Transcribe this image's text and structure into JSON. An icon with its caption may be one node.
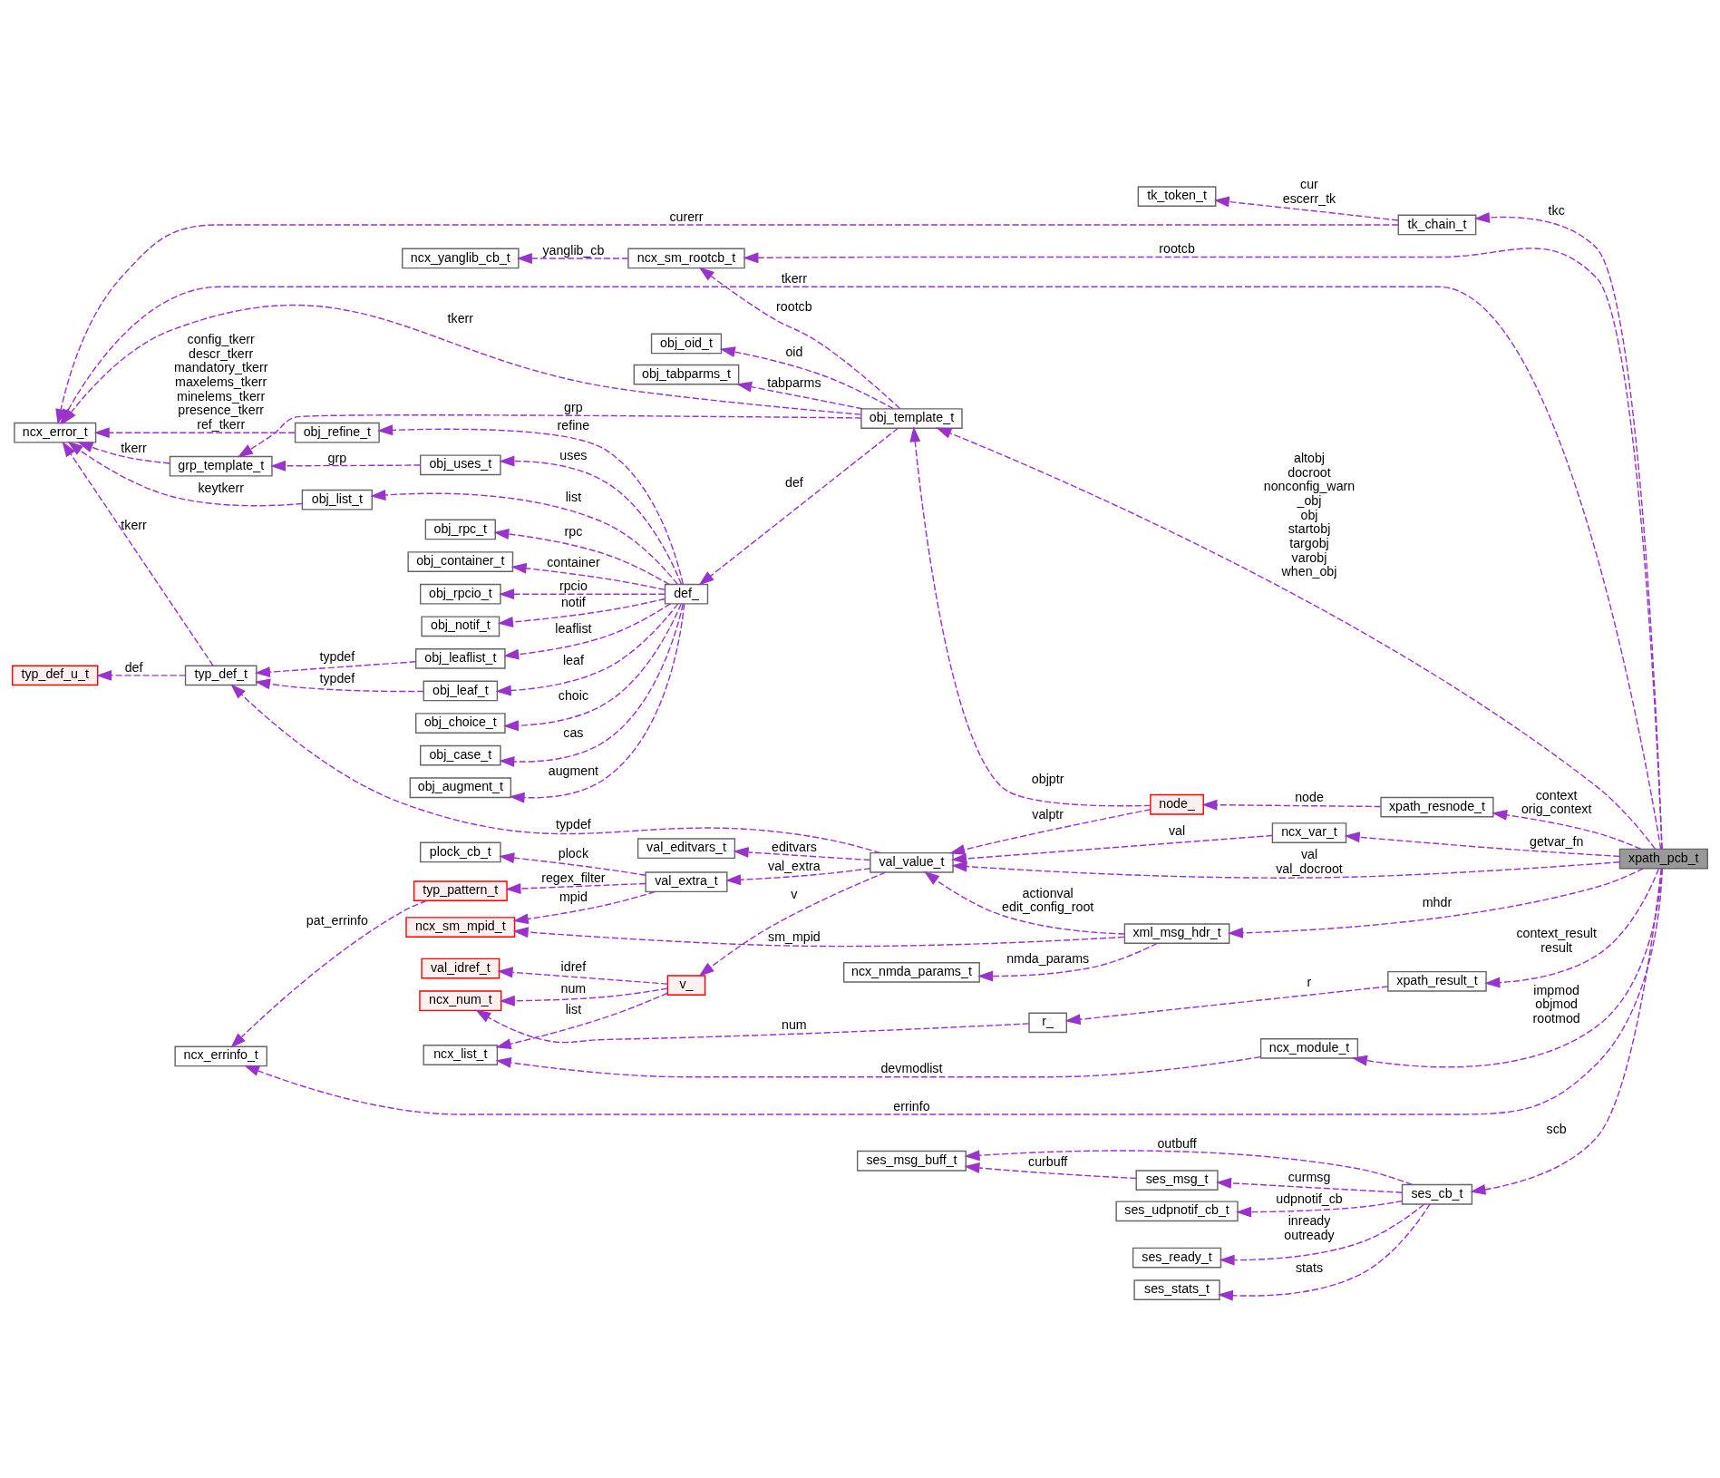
{
  "diagram": {
    "nodes": [
      {
        "text": [
          "xpath_pcb_t"
        ]
      },
      {
        "text": [
          "tk_token_t"
        ]
      },
      {
        "text": [
          "tk_chain_t"
        ]
      },
      {
        "text": [
          "ncx_error_t"
        ]
      },
      {
        "text": [
          "ncx_yanglib_cb_t"
        ]
      },
      {
        "text": [
          "ncx_sm_rootcb_t"
        ]
      },
      {
        "text": [
          "obj_oid_t"
        ]
      },
      {
        "text": [
          "grp_template_t"
        ]
      },
      {
        "text": [
          "obj_template_t"
        ]
      },
      {
        "text": [
          "obj_choice_t"
        ]
      },
      {
        "text": [
          "obj_case_t"
        ]
      },
      {
        "text": [
          "obj_uses_t"
        ]
      },
      {
        "text": [
          "obj_augment_t"
        ]
      },
      {
        "text": [
          "obj_refine_t"
        ]
      },
      {
        "text": [
          "def_"
        ]
      },
      {
        "text": [
          "obj_leaflist_t"
        ]
      },
      {
        "text": [
          "obj_tabparms_t"
        ]
      },
      {
        "text": [
          "typ_def_t"
        ]
      },
      {
        "text": [
          "obj_leaf_t"
        ]
      },
      {
        "text": [
          "typ_def_u_t"
        ]
      },
      {
        "text": [
          "obj_rpc_t"
        ]
      },
      {
        "text": [
          "obj_container_t"
        ]
      },
      {
        "text": [
          "obj_rpcio_t"
        ]
      },
      {
        "text": [
          "obj_notif_t"
        ]
      },
      {
        "text": [
          "ncx_module_t"
        ]
      },
      {
        "text": [
          "ncx_list_t"
        ]
      },
      {
        "text": [
          "node_"
        ]
      },
      {
        "text": [
          "xpath_resnode_t"
        ]
      },
      {
        "text": [
          "r_"
        ]
      },
      {
        "text": [
          "xpath_result_t"
        ]
      },
      {
        "text": [
          "ncx_num_t"
        ]
      },
      {
        "text": [
          "v_"
        ]
      },
      {
        "text": [
          "val_idref_t"
        ]
      },
      {
        "text": [
          "ncx_var_t"
        ]
      },
      {
        "text": [
          "val_value_t"
        ]
      },
      {
        "text": [
          "obj_list_t"
        ]
      },
      {
        "text": [
          "plock_cb_t"
        ]
      },
      {
        "text": [
          "val_extra_t"
        ]
      },
      {
        "text": [
          "typ_pattern_t"
        ]
      },
      {
        "text": [
          "val_editvars_t"
        ]
      },
      {
        "text": [
          "xml_msg_hdr_t"
        ]
      },
      {
        "text": [
          "ncx_sm_mpid_t"
        ]
      },
      {
        "text": [
          "ncx_errinfo_t"
        ]
      },
      {
        "text": [
          "ncx_nmda_params_t"
        ]
      },
      {
        "text": [
          "ses_stats_t"
        ]
      },
      {
        "text": [
          "ses_cb_t"
        ]
      },
      {
        "text": [
          "ses_msg_buff_t"
        ]
      },
      {
        "text": [
          "ses_msg_t"
        ]
      },
      {
        "text": [
          "ses_udpnotif_cb_t"
        ]
      },
      {
        "text": [
          "ses_ready_t"
        ]
      }
    ],
    "edges": [
      {
        "from": 2,
        "to": 1,
        "arrow": "to",
        "label": "cur escerr_tk",
        "style": "dashed"
      },
      {
        "from": 2,
        "to": 3,
        "arrow": "to",
        "label": "curerr",
        "style": "dashed"
      },
      {
        "from": 0,
        "to": 2,
        "arrow": "to",
        "label": "tkc",
        "style": "dashed"
      },
      {
        "from": 0,
        "to": 3,
        "arrow": "to",
        "label": "tkerr",
        "style": "dashed"
      },
      {
        "from": 5,
        "to": 4,
        "arrow": "to",
        "label": "yanglib_cb",
        "style": "dashed"
      },
      {
        "from": 0,
        "to": 5,
        "arrow": "to",
        "label": "rootcb",
        "style": "dashed"
      },
      {
        "from": 8,
        "to": 5,
        "arrow": "to",
        "label": "rootcb",
        "style": "dashed"
      },
      {
        "from": 8,
        "to": 3,
        "arrow": "to",
        "label": "tkerr",
        "style": "dashed"
      },
      {
        "from": 8,
        "to": 6,
        "arrow": "to",
        "label": "oid",
        "style": "dashed"
      },
      {
        "from": 8,
        "to": 7,
        "arrow": "to",
        "label": "grp",
        "style": "dashed"
      },
      {
        "from": 7,
        "to": 3,
        "arrow": "to",
        "label": "tkerr",
        "style": "dashed"
      },
      {
        "from": 14,
        "to": 9,
        "arrow": "to",
        "label": "choic",
        "style": "dashed"
      },
      {
        "from": 14,
        "to": 10,
        "arrow": "to",
        "label": "cas",
        "style": "dashed"
      },
      {
        "from": 11,
        "to": 7,
        "arrow": "to",
        "label": "grp",
        "style": "dashed"
      },
      {
        "from": 14,
        "to": 11,
        "arrow": "to",
        "label": "uses",
        "style": "dashed"
      },
      {
        "from": 14,
        "to": 12,
        "arrow": "to",
        "label": "augment",
        "style": "dashed"
      },
      {
        "from": 13,
        "to": 3,
        "arrow": "to",
        "label": "config_tkerr descr_tkerr mandatory_tkerr maxelems_tkerr minelems_tkerr presence_tkerr ref_tkerr",
        "style": "dashed"
      },
      {
        "from": 14,
        "to": 13,
        "arrow": "to",
        "label": "refine",
        "style": "dashed"
      },
      {
        "from": 8,
        "to": 14,
        "arrow": "to",
        "label": "def",
        "style": "dashed"
      },
      {
        "from": 0,
        "to": 8,
        "arrow": "to",
        "label": "altobj docroot nonconfig_warn _obj obj startobj targobj varobj when_obj",
        "style": "dashed"
      },
      {
        "from": 8,
        "to": 16,
        "arrow": "to",
        "label": "tabparms",
        "style": "dashed"
      },
      {
        "from": 14,
        "to": 15,
        "arrow": "to",
        "label": "leaflist",
        "style": "dashed"
      },
      {
        "from": 15,
        "to": 17,
        "arrow": "to",
        "label": "typdef",
        "style": "dashed"
      },
      {
        "from": 14,
        "to": 18,
        "arrow": "to",
        "label": "leaf",
        "style": "dashed"
      },
      {
        "from": 18,
        "to": 17,
        "arrow": "to",
        "label": "typdef",
        "style": "dashed"
      },
      {
        "from": 17,
        "to": 3,
        "arrow": "to",
        "label": "tkerr",
        "style": "dashed"
      },
      {
        "from": 17,
        "to": 19,
        "arrow": "to",
        "label": "def",
        "style": "dashed"
      },
      {
        "from": 14,
        "to": 20,
        "arrow": "to",
        "label": "rpc",
        "style": "dashed"
      },
      {
        "from": 14,
        "to": 21,
        "arrow": "to",
        "label": "container",
        "style": "dashed"
      },
      {
        "from": 14,
        "to": 22,
        "arrow": "to",
        "label": "rpcio",
        "style": "dashed"
      },
      {
        "from": 14,
        "to": 23,
        "arrow": "to",
        "label": "notif",
        "style": "dashed"
      },
      {
        "from": 14,
        "to": 35,
        "arrow": "to",
        "label": "list",
        "style": "dashed"
      },
      {
        "from": 35,
        "to": 3,
        "arrow": "to",
        "label": "keytkerr",
        "style": "dashed"
      },
      {
        "from": 24,
        "to": 25,
        "arrow": "to",
        "label": "devmodlist",
        "style": "dashed"
      },
      {
        "from": 0,
        "to": 24,
        "arrow": "to",
        "label": "impmod objmod rootmod",
        "style": "dashed"
      },
      {
        "from": 26,
        "to": 8,
        "arrow": "to",
        "label": "objptr",
        "style": "dashed"
      },
      {
        "from": 27,
        "to": 26,
        "arrow": "to",
        "label": "node",
        "style": "dashed"
      },
      {
        "from": 0,
        "to": 27,
        "arrow": "to",
        "label": "context orig_context",
        "style": "dashed"
      },
      {
        "from": 28,
        "to": 30,
        "arrow": "to",
        "label": "num",
        "style": "dashed"
      },
      {
        "from": 29,
        "to": 28,
        "arrow": "to",
        "label": "r",
        "style": "dashed"
      },
      {
        "from": 0,
        "to": 29,
        "arrow": "to",
        "label": "context_result result",
        "style": "dashed"
      },
      {
        "from": 31,
        "to": 25,
        "arrow": "to",
        "label": "list",
        "style": "dashed"
      },
      {
        "from": 31,
        "to": 30,
        "arrow": "to",
        "label": "num",
        "style": "dashed"
      },
      {
        "from": 31,
        "to": 32,
        "arrow": "to",
        "label": "idref",
        "style": "dashed"
      },
      {
        "from": 34,
        "to": 31,
        "arrow": "to",
        "label": "v",
        "style": "dashed"
      },
      {
        "from": 26,
        "to": 34,
        "arrow": "to",
        "label": "valptr",
        "style": "dashed"
      },
      {
        "from": 33,
        "to": 34,
        "arrow": "to",
        "label": "val",
        "style": "dashed"
      },
      {
        "from": 0,
        "to": 33,
        "arrow": "to",
        "label": "getvar_fn",
        "style": "dashed"
      },
      {
        "from": 0,
        "to": 34,
        "arrow": "to",
        "label": "val val_docroot",
        "style": "dashed"
      },
      {
        "from": 34,
        "to": 17,
        "arrow": "to",
        "label": "typdef",
        "style": "dashed"
      },
      {
        "from": 37,
        "to": 36,
        "arrow": "to",
        "label": "plock",
        "style": "dashed"
      },
      {
        "from": 37,
        "to": 38,
        "arrow": "to",
        "label": "regex_filter",
        "style": "dashed"
      },
      {
        "from": 37,
        "to": 41,
        "arrow": "to",
        "label": "mpid",
        "style": "dashed"
      },
      {
        "from": 34,
        "to": 37,
        "arrow": "to",
        "label": "val_extra",
        "style": "dashed"
      },
      {
        "from": 34,
        "to": 39,
        "arrow": "to",
        "label": "editvars",
        "style": "dashed"
      },
      {
        "from": 40,
        "to": 34,
        "arrow": "to",
        "label": "actionval edit_config_root",
        "style": "dashed"
      },
      {
        "from": 40,
        "to": 41,
        "arrow": "to",
        "label": "sm_mpid",
        "style": "dashed"
      },
      {
        "from": 0,
        "to": 40,
        "arrow": "to",
        "label": "mhdr",
        "style": "dashed"
      },
      {
        "from": 40,
        "to": 43,
        "arrow": "to",
        "label": "nmda_params",
        "style": "dashed"
      },
      {
        "from": 38,
        "to": 42,
        "arrow": "to",
        "label": "pat_errinfo",
        "style": "dashed"
      },
      {
        "from": 0,
        "to": 42,
        "arrow": "to",
        "label": "errinfo",
        "style": "dashed"
      },
      {
        "from": 0,
        "to": 45,
        "arrow": "to",
        "label": "scb",
        "style": "dashed"
      },
      {
        "from": 45,
        "to": 44,
        "arrow": "to",
        "label": "stats",
        "style": "dashed"
      },
      {
        "from": 45,
        "to": 46,
        "arrow": "to",
        "label": "outbuff",
        "style": "dashed"
      },
      {
        "from": 45,
        "to": 47,
        "arrow": "to",
        "label": "curmsg",
        "style": "dashed"
      },
      {
        "from": 47,
        "to": 46,
        "arrow": "to",
        "label": "curbuff",
        "style": "dashed"
      },
      {
        "from": 45,
        "to": 48,
        "arrow": "to",
        "label": "udpnotif_cb",
        "style": "dashed"
      },
      {
        "from": 45,
        "to": 49,
        "arrow": "to",
        "label": "inready outready",
        "style": "dashed"
      }
    ]
  }
}
